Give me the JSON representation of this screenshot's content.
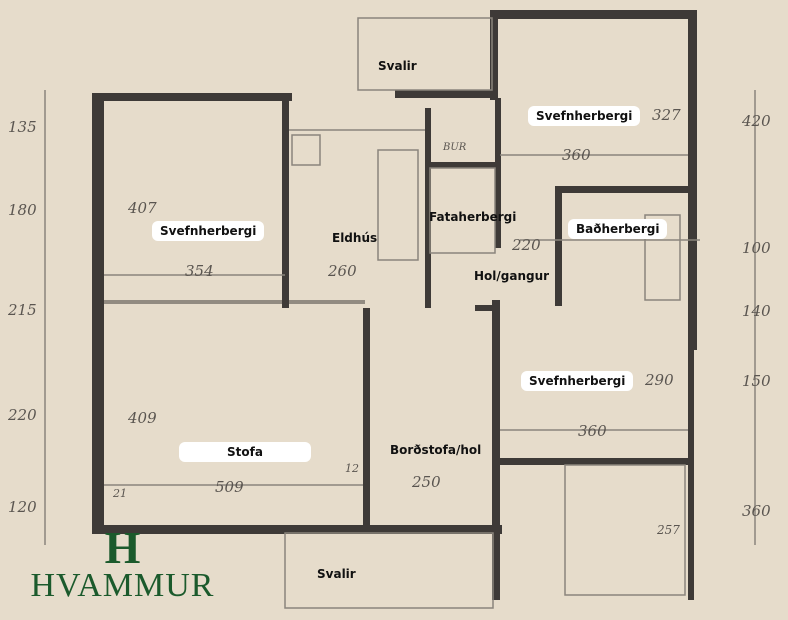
{
  "rooms": {
    "svalir_top": "Svalir",
    "svefn_ne": "Svefnherbergi",
    "svefn_w": "Svefnherbergi",
    "eldhus": "Eldhús",
    "fata": "Fataherbergi",
    "bad": "Baðherbergi",
    "hol": "Hol/gangur",
    "svefn_e": "Svefnherbergi",
    "stofa": "Stofa",
    "bordstofa": "Borðstofa/hol",
    "svalir_bottom": "Svalir"
  },
  "dimensions": {
    "left": [
      "135",
      "180",
      "215",
      "220",
      "120"
    ],
    "right": [
      "420",
      "100",
      "140",
      "150",
      "360"
    ],
    "inner": {
      "d407": "407",
      "d354": "354",
      "d260": "260",
      "d409": "409",
      "d509": "509",
      "d250": "250",
      "d12": "12",
      "d21": "21",
      "d327": "327",
      "d360a": "360",
      "d220": "220",
      "d290": "290",
      "d360b": "360",
      "d257": "257",
      "bur": "BUR"
    }
  },
  "logo": {
    "text": "HVAMMUR",
    "mark": "H",
    "color": "#1b5a2c"
  },
  "colors": {
    "paper": "#e6dccb",
    "wall": "#3e3a37",
    "line": "#8a847c"
  }
}
